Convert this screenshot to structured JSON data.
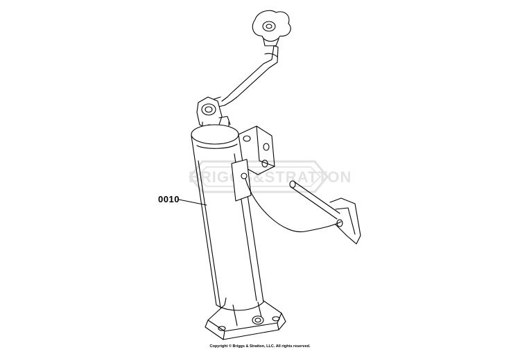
{
  "diagram": {
    "callouts": [
      {
        "label": "0010"
      }
    ],
    "watermark": "BRIGGS&STRATTON",
    "copyright": "Copyright © Briggs & Stratton, LLC. All rights reserved."
  }
}
